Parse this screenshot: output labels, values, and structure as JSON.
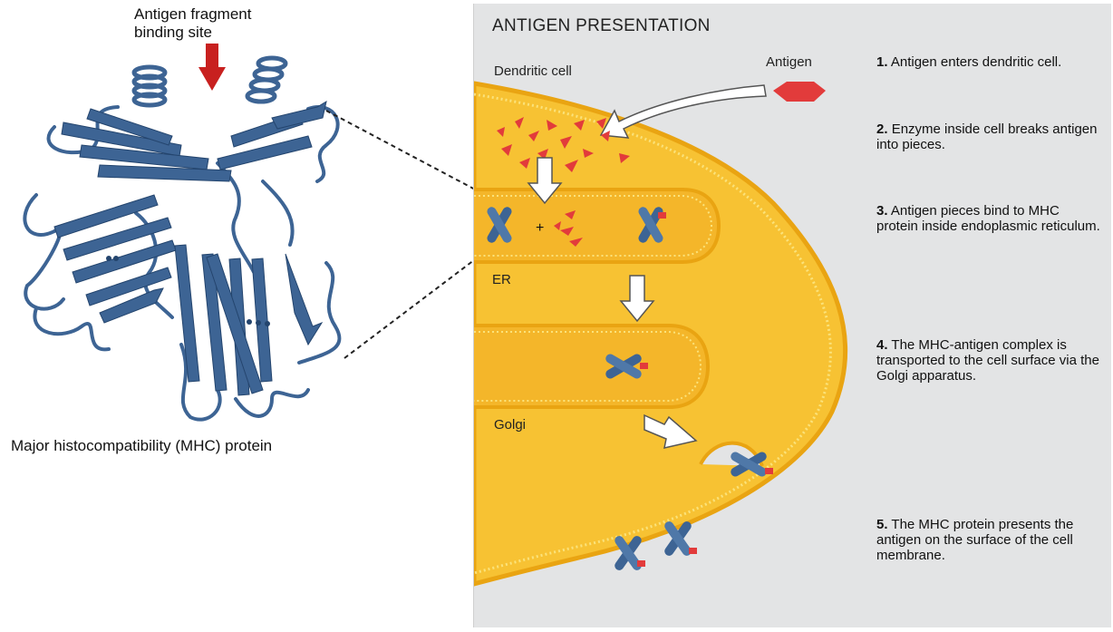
{
  "left": {
    "fragment_label_line1": "Antigen fragment",
    "fragment_label_line2": "binding site",
    "caption": "Major histocompatibility (MHC) protein"
  },
  "panel": {
    "title": "ANTIGEN PRESENTATION",
    "labels": {
      "dendritic_cell": "Dendritic cell",
      "antigen": "Antigen",
      "er": "ER",
      "golgi": "Golgi",
      "plus": "+"
    },
    "steps": [
      {
        "num": "1.",
        "text": "Antigen enters dendritic cell."
      },
      {
        "num": "2.",
        "text": "Enzyme inside cell breaks antigen into pieces."
      },
      {
        "num": "3.",
        "text": "Antigen pieces bind to MHC protein inside endoplasmic reticulum."
      },
      {
        "num": "4.",
        "text": "The MHC-antigen complex is transported to the cell surface via the Golgi apparatus."
      },
      {
        "num": "5.",
        "text": "The MHC protein presents the antigen on the surface of the cell membrane."
      }
    ]
  },
  "colors": {
    "protein": "#3d6494",
    "protein_dark": "#24456e",
    "cell_fill": "#f7c233",
    "cell_edge": "#e9a412",
    "antigen_red": "#e23b3b",
    "panel_bg": "#e3e4e5",
    "arrow_red": "#c8201f"
  }
}
